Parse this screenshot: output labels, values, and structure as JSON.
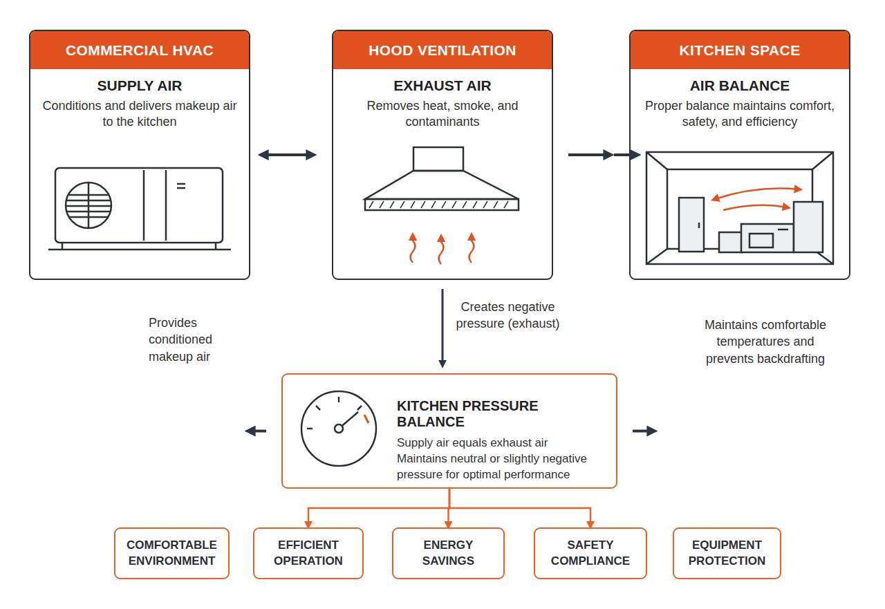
{
  "diagram": {
    "nodes": [
      {
        "text": [
          "COMMERCIAL HVAC",
          "SUPPLY AIR",
          "Conditions and delivers makeup air to the kitchen"
        ]
      },
      {
        "text": [
          "HOOD VENTILATION",
          "EXHAUST AIR",
          "Removes heat, smoke, and contaminants"
        ]
      },
      {
        "text": [
          "KITCHEN SPACE",
          "AIR BALANCE",
          "Proper balance maintains comfort, safety, and efficiency"
        ]
      },
      {
        "text": [
          "KITCHEN PRESSURE BALANCE",
          "Supply air equals exhaust air",
          "Maintains neutral or slightly negative pressure for optimal performance"
        ]
      },
      {
        "text": [
          "COMFORTABLE ENVIRONMENT"
        ]
      },
      {
        "text": [
          "EFFICIENT OPERATION"
        ]
      },
      {
        "text": [
          "ENERGY SAVINGS"
        ]
      },
      {
        "text": [
          "SAFETY COMPLIANCE"
        ]
      },
      {
        "text": [
          "EQUIPMENT PROTECTION"
        ]
      }
    ],
    "edges": [
      {
        "from": 0,
        "to": 1,
        "arrow": "to"
      },
      {
        "from": 1,
        "to": 2,
        "arrow": "to"
      },
      {
        "from": 0,
        "to": 3,
        "arrow": "to",
        "label": "Provides conditioned makeup air"
      },
      {
        "from": 1,
        "to": 3,
        "arrow": "to",
        "label": "Creates negative pressure (exhaust)"
      },
      {
        "from": 2,
        "to": 3,
        "arrow": "to",
        "label": "Maintains comfortable temperatures and prevents backdrafting"
      },
      {
        "from": 3,
        "to": 4,
        "arrow": "to"
      },
      {
        "from": 3,
        "to": 5,
        "arrow": "to"
      },
      {
        "from": 3,
        "to": 6,
        "arrow": "to"
      },
      {
        "from": 3,
        "to": 7,
        "arrow": "to"
      },
      {
        "from": 3,
        "to": 8,
        "arrow": "to"
      }
    ]
  }
}
